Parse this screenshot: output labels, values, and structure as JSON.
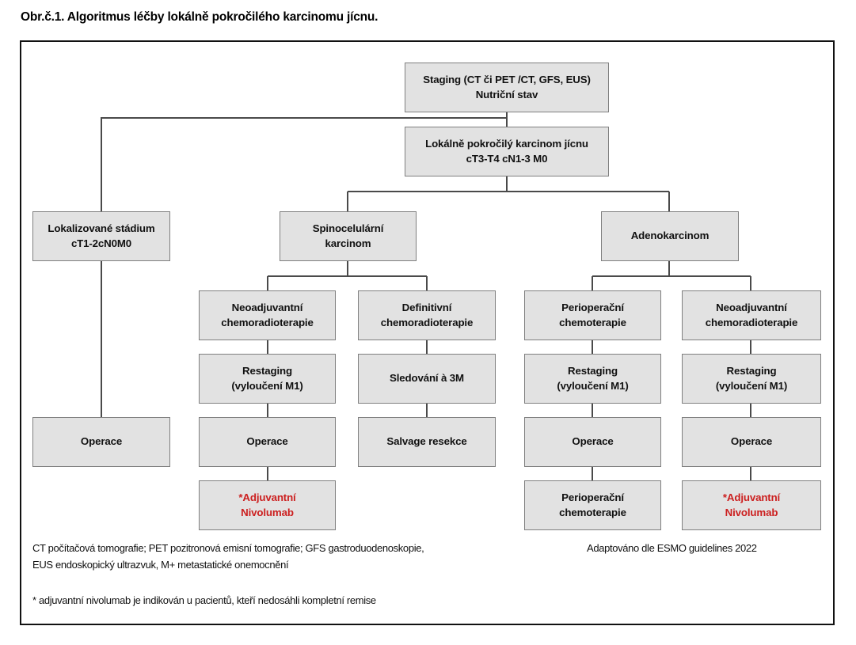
{
  "figure": {
    "title": "Obr.č.1. Algoritmus léčby lokálně pokročilého karcinomu jícnu.",
    "accent_color": "#cc2020",
    "node_fill": "#e2e2e2",
    "node_border": "#7f7f7f",
    "frame_border": "#111111"
  },
  "nodes": {
    "staging": "Staging (CT či PET /CT, GFS, EUS)\nNutriční stav",
    "locally_advanced": "Lokálně pokročilý karcinom jícnu\ncT3-T4 cN1-3 M0",
    "localized": "Lokalizované stádium\ncT1-2cN0M0",
    "squamous": "Spinocelulární\nkarcinom",
    "adeno": "Adenokarcinom",
    "localized_surgery": "Operace",
    "neoadj_crt_scc": "Neoadjuvantní\nchemoradioterapie",
    "definitive_crt": "Definitivní\nchemoradioterapie",
    "periop_chemo": "Perioperační\nchemoterapie",
    "neoadj_crt_adeno": "Neoadjuvantní\nchemoradioterapie",
    "restaging_scc": "Restaging\n(vyloučení M1)",
    "followup_3m": "Sledování à 3M",
    "restaging_periop": "Restaging\n(vyloučení M1)",
    "restaging_adeno": "Restaging\n(vyloučení M1)",
    "surgery_scc": "Operace",
    "salvage": "Salvage resekce",
    "surgery_periop": "Operace",
    "surgery_adeno": "Operace",
    "adjuvant_nivolumab_scc": "*Adjuvantní\nNivolumab",
    "periop_chemo_2": "Perioperační\nchemoterapie",
    "adjuvant_nivolumab_adeno": "*Adjuvantní\nNivolumab"
  },
  "legend": {
    "abbreviations": "CT počítačová tomografie; PET pozitronová emisní tomografie; GFS gastroduodenoskopie,\nEUS endoskopický ultrazvuk, M+ metastatické onemocnění",
    "source": "Adaptováno dle ESMO guidelines 2022",
    "footnote": "*  adjuvantní nivolumab je indikován u pacientů, kteří nedosáhli kompletní remise"
  },
  "chart_data": {
    "type": "diagram",
    "title": "Obr.č.1. Algoritmus léčby lokálně pokročilého karcinomu jícnu.",
    "diagram_kind": "treatment-algorithm-flowchart",
    "levels": [
      {
        "level": 1,
        "nodes": [
          "Staging (CT či PET /CT, GFS, EUS) Nutriční stav"
        ]
      },
      {
        "level": 2,
        "nodes": [
          "Lokálně pokročilý karcinom jícnu cT3-T4 cN1-3 M0"
        ]
      },
      {
        "level": 3,
        "nodes": [
          "Lokalizované stádium cT1-2cN0M0",
          "Spinocelulární karcinom",
          "Adenokarcinom"
        ]
      },
      {
        "level": 4,
        "nodes": [
          "Neoadjuvantní chemoradioterapie",
          "Definitivní chemoradioterapie",
          "Perioperační chemoterapie",
          "Neoadjuvantní chemoradioterapie"
        ]
      },
      {
        "level": 5,
        "nodes": [
          "Restaging (vyloučení M1)",
          "Sledování à 3M",
          "Restaging (vyloučení M1)",
          "Restaging (vyloučení M1)"
        ]
      },
      {
        "level": 6,
        "nodes": [
          "Operace",
          "Operace",
          "Salvage resekce",
          "Operace",
          "Operace"
        ]
      },
      {
        "level": 7,
        "nodes": [
          "*Adjuvantní Nivolumab",
          "Perioperační chemoterapie",
          "*Adjuvantní Nivolumab"
        ]
      }
    ],
    "edges": [
      [
        "Staging",
        "Lokálně pokročilý karcinom jícnu"
      ],
      [
        "Staging",
        "Lokalizované stádium"
      ],
      [
        "Lokálně pokročilý karcinom jícnu",
        "Spinocelulární karcinom"
      ],
      [
        "Lokálně pokročilý karcinom jícnu",
        "Adenokarcinom"
      ],
      [
        "Lokalizované stádium",
        "Operace"
      ],
      [
        "Spinocelulární karcinom",
        "Neoadjuvantní chemoradioterapie"
      ],
      [
        "Spinocelulární karcinom",
        "Definitivní chemoradioterapie"
      ],
      [
        "Adenokarcinom",
        "Perioperační chemoterapie"
      ],
      [
        "Adenokarcinom",
        "Neoadjuvantní chemoradioterapie"
      ],
      [
        "Neoadjuvantní chemoradioterapie",
        "Restaging (vyloučení M1)"
      ],
      [
        "Restaging (vyloučení M1)",
        "Operace"
      ],
      [
        "Operace",
        "*Adjuvantní Nivolumab"
      ],
      [
        "Definitivní chemoradioterapie",
        "Sledování à 3M"
      ],
      [
        "Sledování à 3M",
        "Salvage resekce"
      ],
      [
        "Perioperační chemoterapie",
        "Restaging (vyloučení M1)"
      ],
      [
        "Operace",
        "Perioperační chemoterapie"
      ]
    ]
  }
}
